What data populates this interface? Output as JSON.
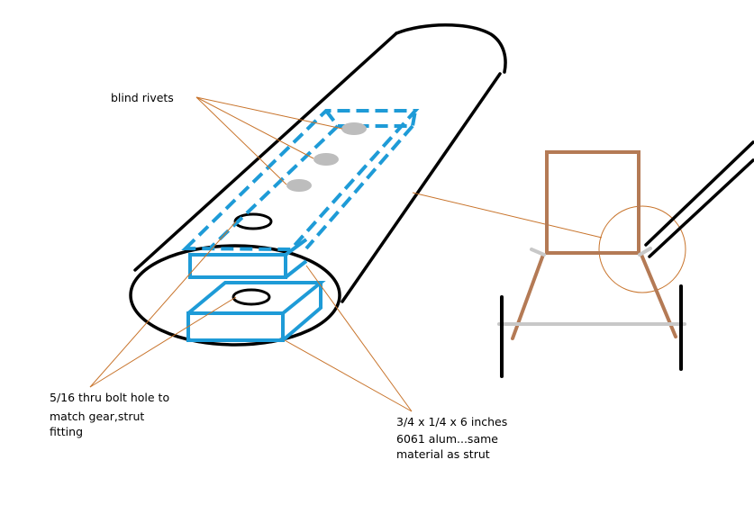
{
  "labels": {
    "blind_rivets": "blind rivets",
    "bolt_hole": [
      "5/16 thru bolt hole to",
      "match gear,strut",
      "fitting"
    ],
    "material": [
      "3/4 x 1/4 x 6 inches",
      "6061 alum...same",
      "material as strut"
    ]
  },
  "colors": {
    "outline": "#000000",
    "spacer": "#1e9bd7",
    "leader": "#c8742c",
    "rivet": "#bdbdbd",
    "frame": "#b47a55",
    "axle": "#c8c8c8"
  }
}
